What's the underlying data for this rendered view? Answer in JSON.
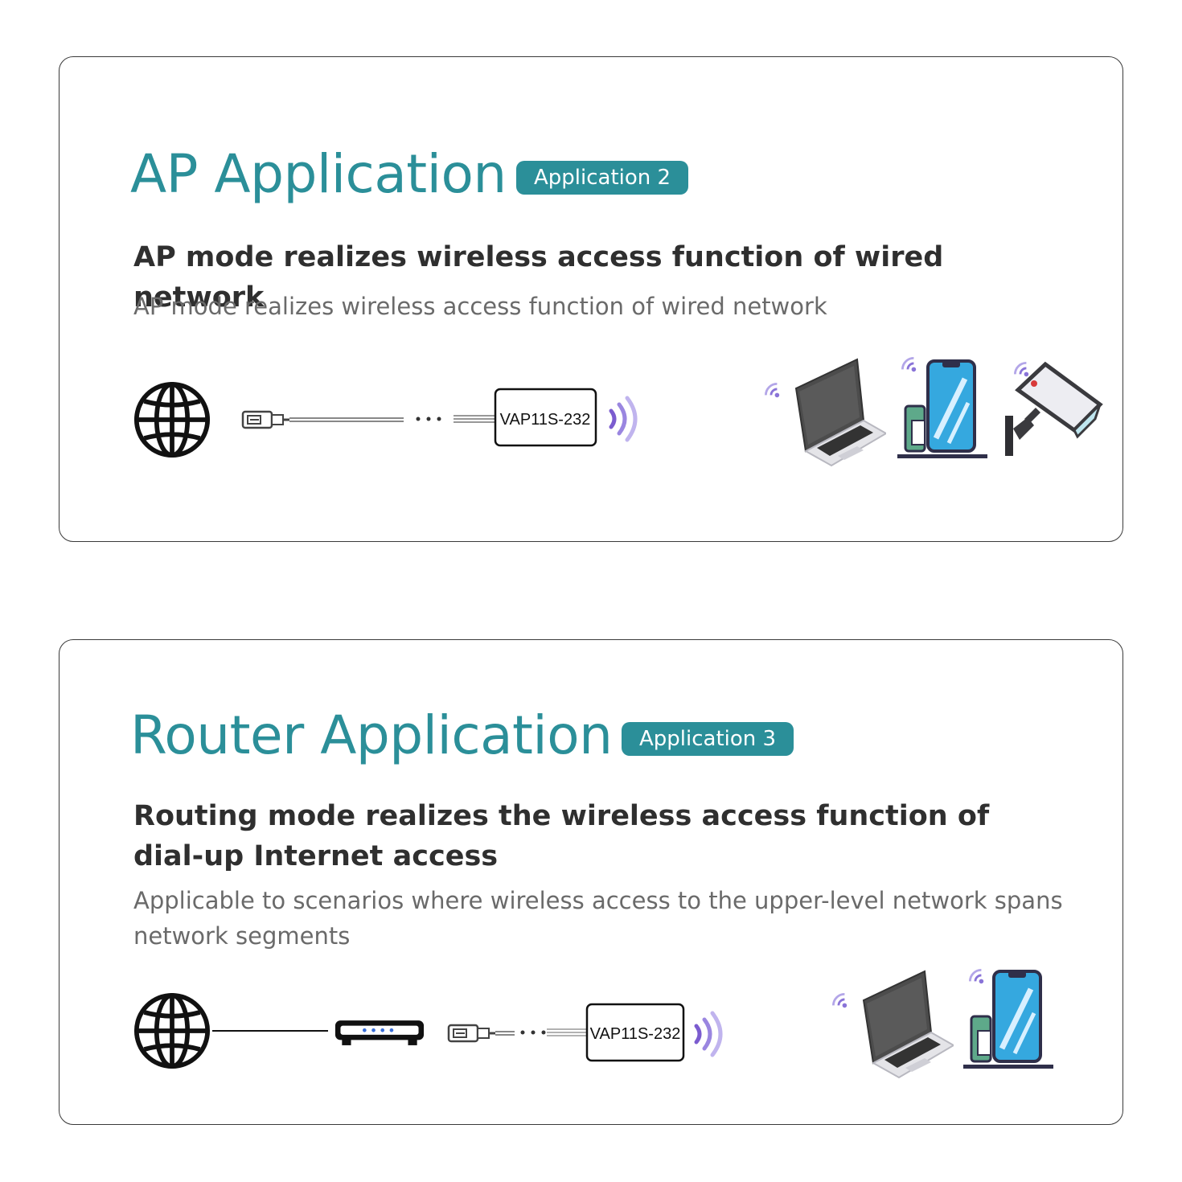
{
  "sections": [
    {
      "title": "AP Application",
      "badge": "Application 2",
      "subheading": "AP mode realizes wireless access function of wired network",
      "description": "AP mode realizes wireless access function of wired network",
      "device_label": "VAP11S-232",
      "icons": [
        "globe-icon",
        "ethernet-plug-icon",
        "wifi-signal-icon",
        "laptop-icon",
        "smartphone-icon",
        "security-camera-icon"
      ]
    },
    {
      "title": "Router Application",
      "badge": "Application 3",
      "subheading": "Routing mode realizes the wireless access function of dial-up Internet access",
      "description": "Applicable to scenarios where wireless access to the upper-level network spans network segments",
      "device_label": "VAP11S-232",
      "icons": [
        "globe-icon",
        "router-icon",
        "ethernet-plug-icon",
        "wifi-signal-icon",
        "laptop-icon",
        "smartphone-icon"
      ]
    }
  ],
  "colors": {
    "accent": "#2b8f99",
    "heading_text": "#2f2f2f",
    "body_text": "#6a6a6a",
    "wifi_waves": "#7b5ccf"
  }
}
